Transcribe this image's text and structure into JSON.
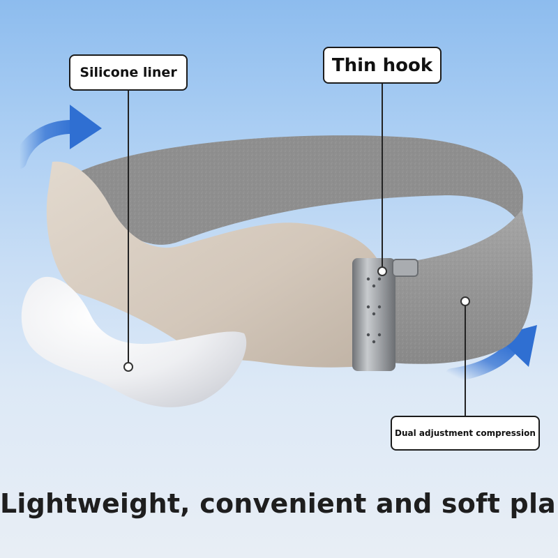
{
  "labels": {
    "silicone_liner": "Silicone liner",
    "thin_hook": "Thin hook",
    "dual_adjustment": "Dual adjustment compression"
  },
  "caption": "Lightweight, convenient and soft plaid",
  "colors": {
    "background_top": "#8dbcee",
    "background_bottom": "#e8eef5",
    "strap_gray": "#9a9a9a",
    "pad_beige": "#d6cbbf",
    "liner_white": "#f2f2f4",
    "hook_metal": "#8a8d91",
    "arrow_blue": "#2f6fd2",
    "callout_border": "#1b1b1b",
    "caption_text": "#1e1e1e"
  },
  "icons": {
    "left_arrow": "curved-arrow-icon",
    "right_arrow": "curved-arrow-icon"
  }
}
